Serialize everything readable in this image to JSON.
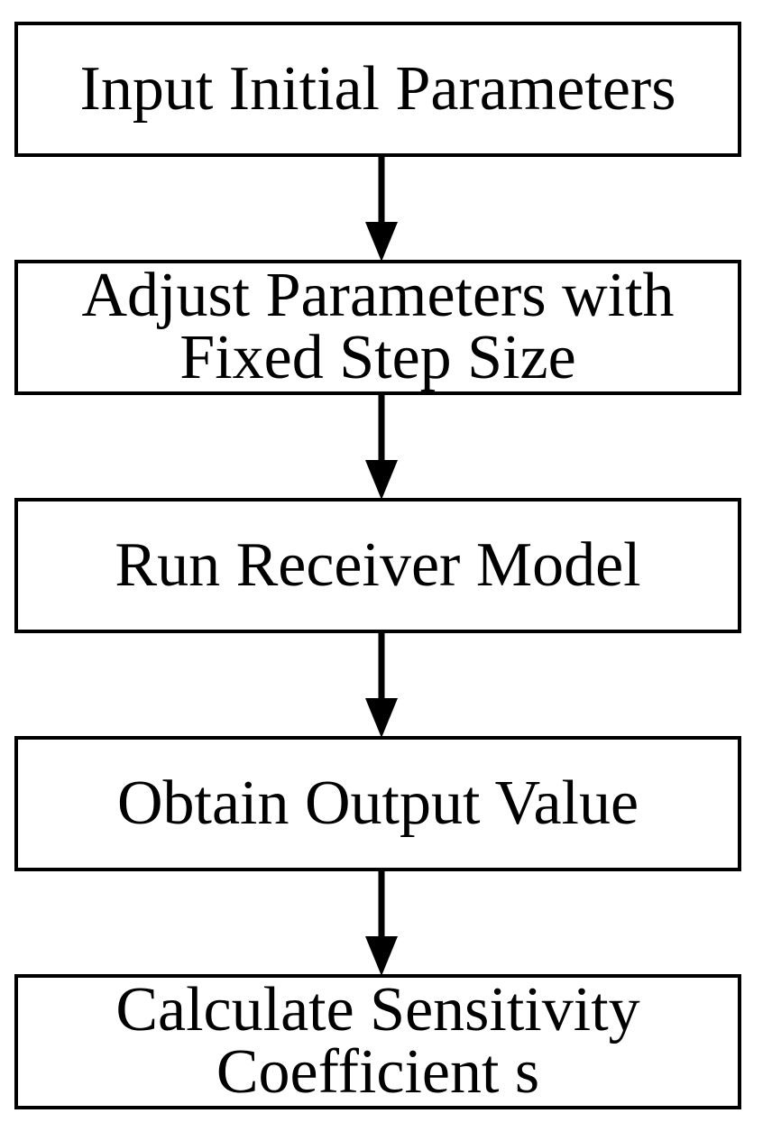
{
  "flowchart": {
    "steps": [
      {
        "lines": [
          "Input Initial Parameters"
        ]
      },
      {
        "lines": [
          "Adjust Parameters with",
          "Fixed Step Size"
        ]
      },
      {
        "lines": [
          "Run Receiver Model"
        ]
      },
      {
        "lines": [
          "Obtain Output Value"
        ]
      },
      {
        "lines": [
          "Calculate Sensitivity",
          "Coefficient s"
        ]
      }
    ],
    "colors": {
      "stroke": "#000000",
      "fill": "#ffffff",
      "text": "#000000"
    }
  }
}
